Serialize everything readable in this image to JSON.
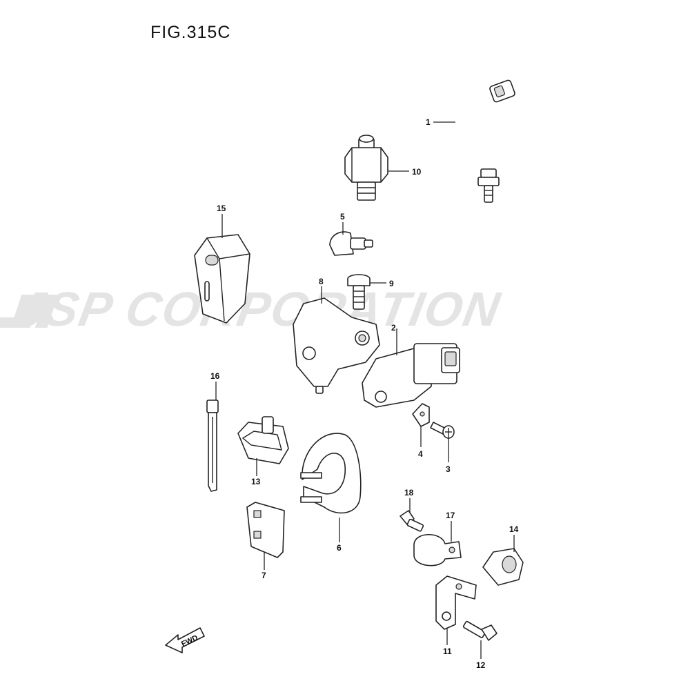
{
  "figure": {
    "title": "FIG.315C"
  },
  "watermark": {
    "text": "JSP CORPORATION"
  },
  "fwd_badge": {
    "text": "FWD"
  },
  "callouts": [
    {
      "id": "1",
      "label": "1"
    },
    {
      "id": "2",
      "label": "2"
    },
    {
      "id": "3",
      "label": "3"
    },
    {
      "id": "4",
      "label": "4"
    },
    {
      "id": "5",
      "label": "5"
    },
    {
      "id": "6",
      "label": "6"
    },
    {
      "id": "7",
      "label": "7"
    },
    {
      "id": "8",
      "label": "8"
    },
    {
      "id": "9",
      "label": "9"
    },
    {
      "id": "10",
      "label": "10"
    },
    {
      "id": "11",
      "label": "11"
    },
    {
      "id": "12",
      "label": "12"
    },
    {
      "id": "13",
      "label": "13"
    },
    {
      "id": "14",
      "label": "14"
    },
    {
      "id": "15",
      "label": "15"
    },
    {
      "id": "16",
      "label": "16"
    },
    {
      "id": "17",
      "label": "17"
    },
    {
      "id": "18",
      "label": "18"
    }
  ]
}
